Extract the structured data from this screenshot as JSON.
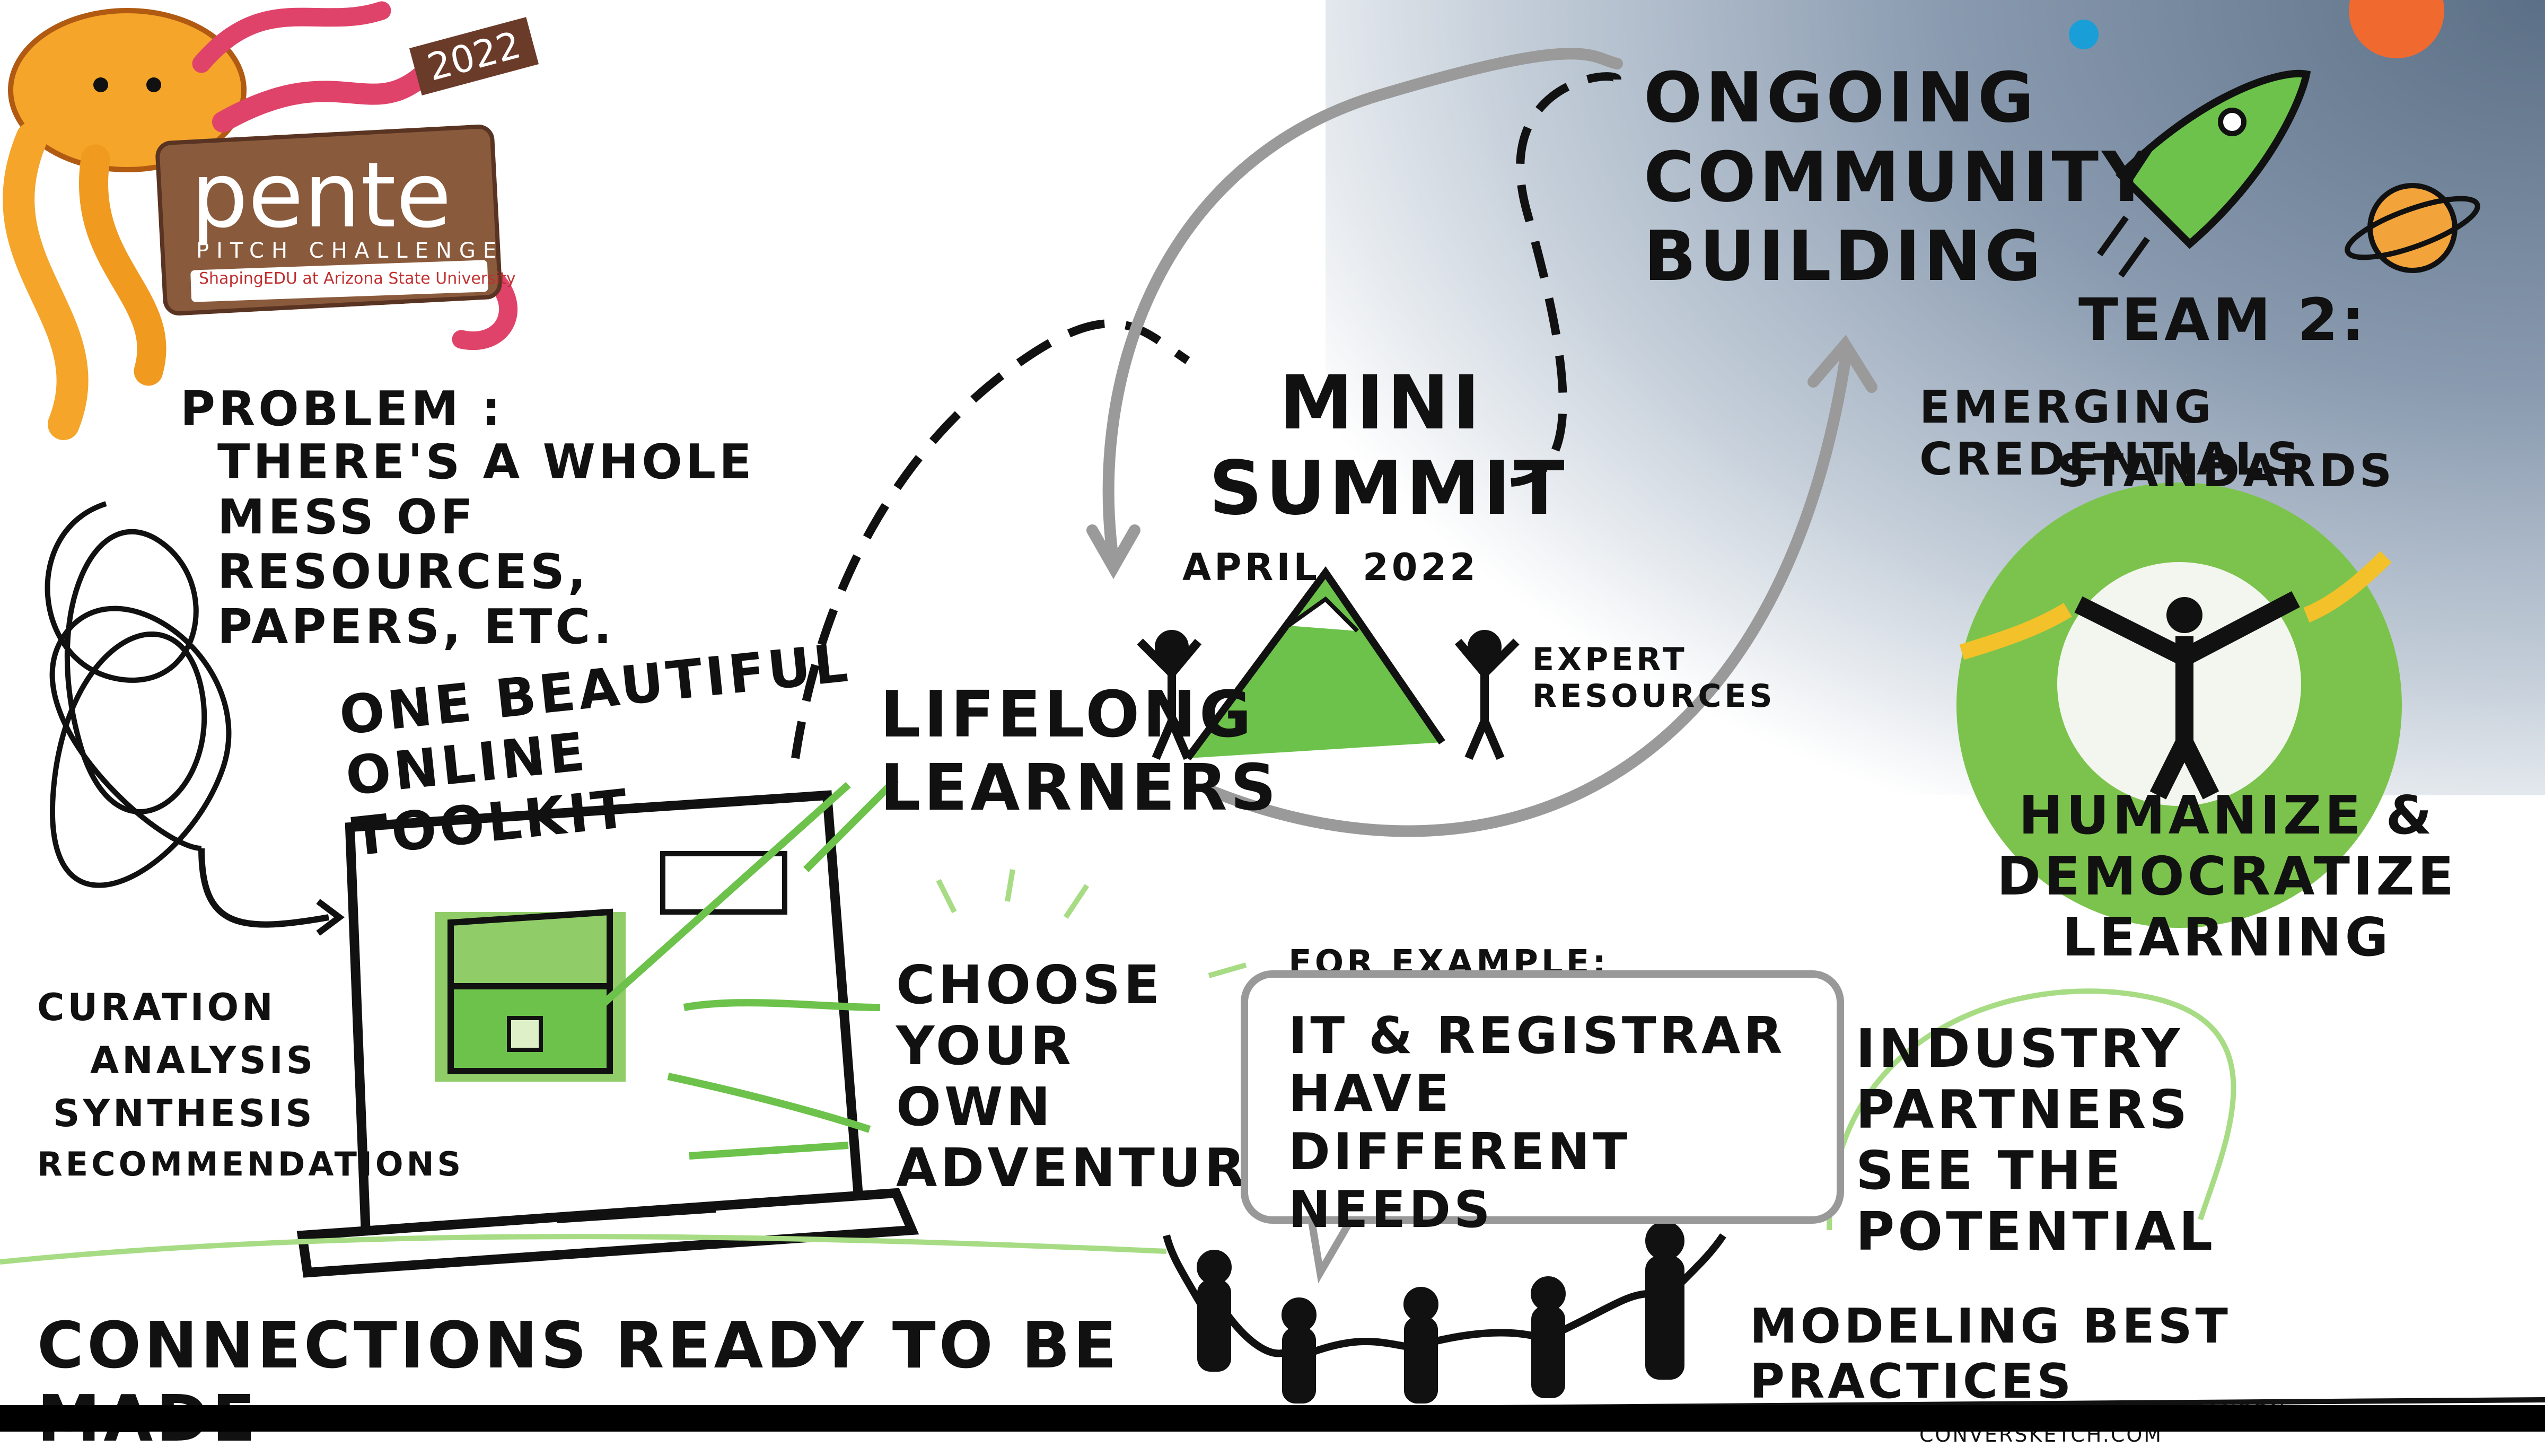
{
  "logo": {
    "year": "2022",
    "title": "pente",
    "subtitle": "PITCH CHALLENGE",
    "org": "ShapingEDU at Arizona State University"
  },
  "problem": {
    "heading": "PROBLEM :",
    "text": "THERE'S A WHOLE MESS of RESOURCES, PAPERS, ETC."
  },
  "toolkit": "ONE BEAUTIFUL ONLINE TOOLKIT",
  "curation": [
    "CURATION",
    "ANALYSIS",
    "SYNTHESIS",
    "RECOMMENDATIONS"
  ],
  "lifelong": "LIFELONG LEARNERS",
  "choose": "CHOOSE YOUR OWN ADVENTURE",
  "summit": {
    "title": "MINI SUMMIT",
    "left": "APRIL",
    "right": "2022"
  },
  "expert": "EXPERT RESOURCES",
  "ongoing": "ONGOING COMMUNITY BUILDING",
  "team": {
    "line1": "TEAM 2:",
    "line2": "EMERGING CREDENTIALS",
    "line3": "STANDARDS"
  },
  "humanize": "HUMANIZE & DEMOCRATIZE LEARNING",
  "example": {
    "label": "FOR EXAMPLE:",
    "text": "IT & REGISTRAR HAVE DIFFERENT NEEDS"
  },
  "industry": "INDUSTRY PARTNERS SEE the POTENTIAL",
  "connections": "CONNECTIONS READY to BE MADE",
  "modeling": "MODELING BEST PRACTICES",
  "credit": "Illustrated by KARINA BRANSON · CONVERSKETCH.COM",
  "colors": {
    "accent": "#6cc24a",
    "gray": "#9a9a9a",
    "ink": "#111111",
    "sky": "#7d8ea3"
  }
}
